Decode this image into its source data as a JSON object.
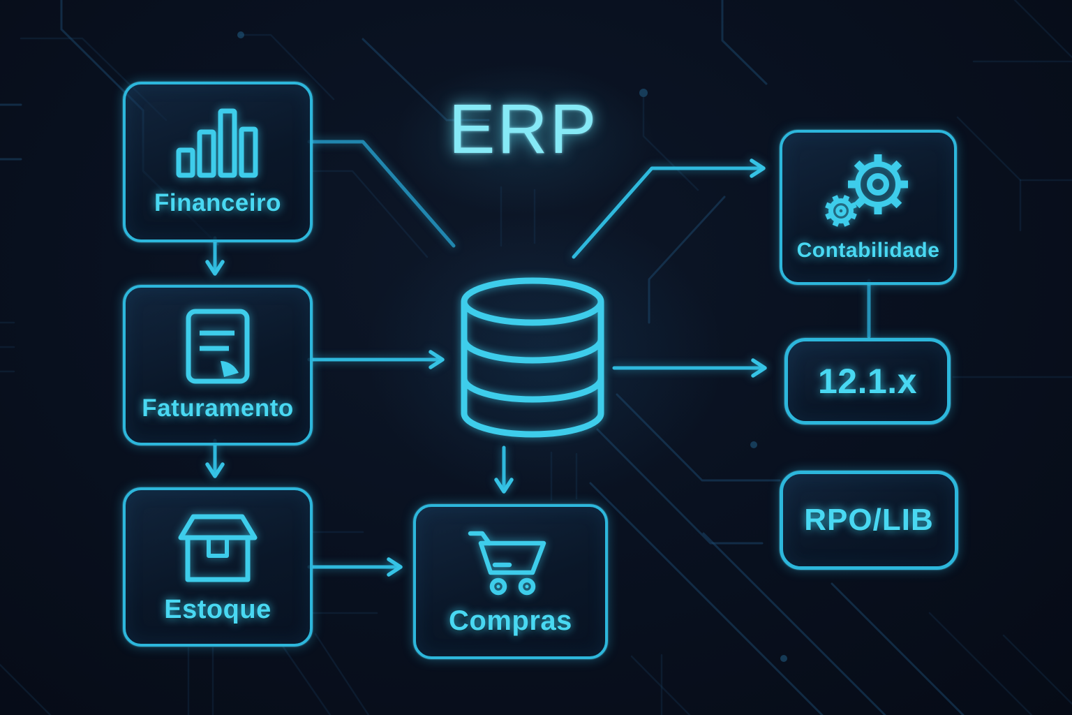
{
  "title": "ERP",
  "nodes": {
    "financeiro": {
      "label": "Financeiro",
      "icon": "bar-chart-icon"
    },
    "faturamento": {
      "label": "Faturamento",
      "icon": "invoice-document-icon"
    },
    "estoque": {
      "label": "Estoque",
      "icon": "package-box-icon"
    },
    "compras": {
      "label": "Compras",
      "icon": "shopping-cart-icon"
    },
    "contabilidade": {
      "label": "Contabilidade",
      "icon": "gears-icon"
    },
    "versao": {
      "label": "12.1.x"
    },
    "rpo_lib": {
      "label": "RPO/LIB"
    }
  },
  "center_node": {
    "icon": "database-icon"
  },
  "connections": [
    {
      "from": "financeiro",
      "to": "faturamento",
      "type": "arrow"
    },
    {
      "from": "faturamento",
      "to": "estoque",
      "type": "arrow"
    },
    {
      "from": "faturamento",
      "to": "database",
      "type": "arrow"
    },
    {
      "from": "estoque",
      "to": "compras",
      "type": "arrow"
    },
    {
      "from": "database",
      "to": "compras",
      "type": "arrow"
    },
    {
      "from": "database",
      "to": "versao",
      "type": "arrow"
    },
    {
      "from": "database",
      "to": "contabilidade",
      "type": "arrow"
    },
    {
      "from": "contabilidade",
      "to": "versao",
      "type": "line"
    },
    {
      "from": "financeiro",
      "to": "database",
      "type": "line"
    }
  ],
  "colors": {
    "background": "#091120",
    "box_border": "#2db7dc",
    "box_fill": "#0c2034",
    "label_text": "#49d8f2",
    "title_text": "#86e9f6",
    "arrow": "#2fb9dd",
    "circuit_trace": "#1e5078"
  }
}
